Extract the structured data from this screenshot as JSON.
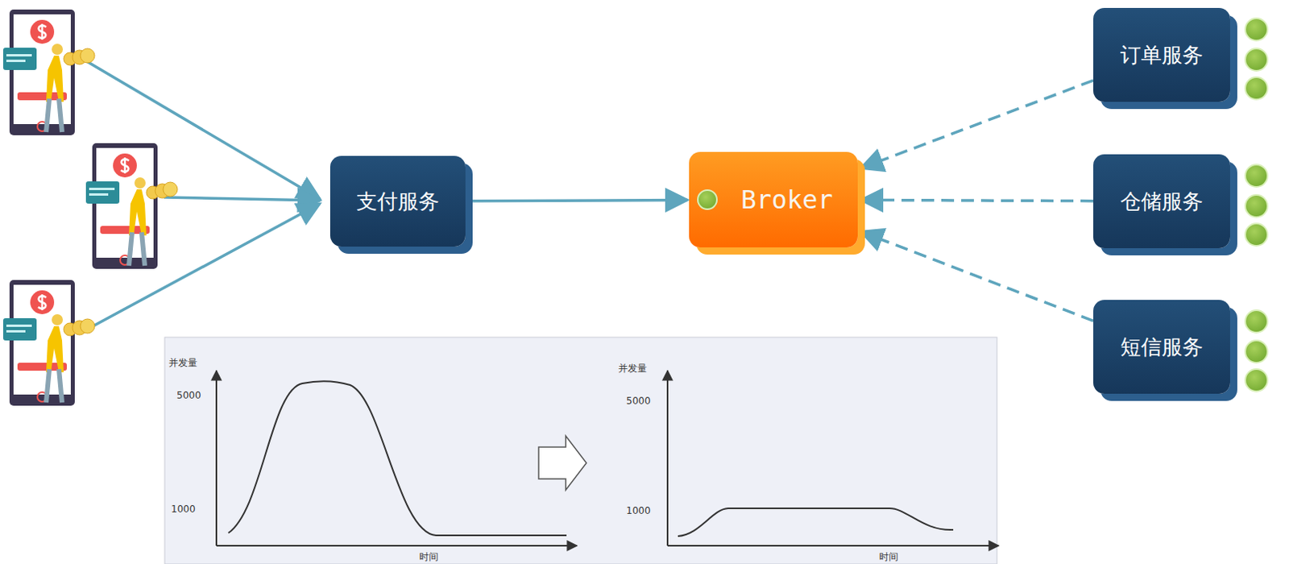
{
  "diagram": {
    "nodes": [
      {
        "text": [
          "支付服务"
        ]
      },
      {
        "text": [
          "Broker"
        ]
      },
      {
        "text": [
          "订单服务"
        ]
      },
      {
        "text": [
          "仓储服务"
        ]
      },
      {
        "text": [
          "短信服务"
        ]
      }
    ],
    "edges": [
      {
        "from": 0,
        "to": 1,
        "arrow": "to"
      },
      {
        "from": 2,
        "to": 1,
        "arrow": "to"
      },
      {
        "from": 3,
        "to": 1,
        "arrow": "to"
      },
      {
        "from": 4,
        "to": 1,
        "arrow": "to"
      }
    ],
    "labels": [
      "并发量",
      "5000",
      "1000",
      "时间",
      "并发量",
      "5000",
      "1000",
      "时间"
    ]
  }
}
